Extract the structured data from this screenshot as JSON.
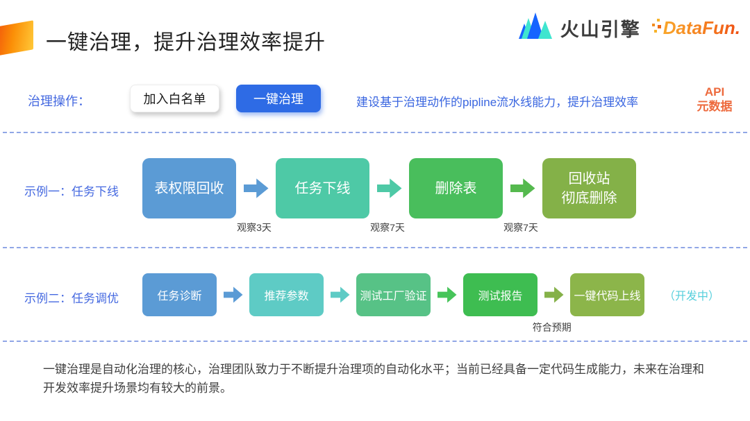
{
  "header": {
    "title": "一键治理，提升治理效率提升",
    "volcano_logo_text": "火山引擎",
    "datafun_logo_text": "DataFun."
  },
  "operations_row": {
    "label": "治理操作：",
    "whitelist_button": "加入白名单",
    "one_click_button": "一键治理",
    "description": "建设基于治理动作的pipline流水线能力，提升治理效率",
    "api_note": "API\n元数据"
  },
  "example1": {
    "label": "示例一：任务下线",
    "steps": [
      {
        "label": "表权限回收",
        "color": "#5b9bd5"
      },
      {
        "label": "任务下线",
        "color": "#4ec9a6"
      },
      {
        "label": "删除表",
        "color": "#49be5c"
      },
      {
        "label": "回收站\n彻底删除",
        "color": "#84b148"
      }
    ],
    "arrows": [
      {
        "caption": "观察3天",
        "color": "#5b9bd5"
      },
      {
        "caption": "观察7天",
        "color": "#4ec9a6"
      },
      {
        "caption": "观察7天",
        "color": "#55b94e"
      }
    ]
  },
  "example2": {
    "label": "示例二：任务调优",
    "steps": [
      {
        "label": "任务诊断",
        "color": "#5b9bd5"
      },
      {
        "label": "推荐参数",
        "color": "#5ecbc5"
      },
      {
        "label": "测试工厂验证",
        "color": "#57c286"
      },
      {
        "label": "测试报告",
        "color": "#3ebd51"
      },
      {
        "label": "一键代码上线",
        "color": "#8cb54a"
      }
    ],
    "arrows": [
      {
        "caption": "",
        "color": "#5b9bd5"
      },
      {
        "caption": "",
        "color": "#5ecbc5"
      },
      {
        "caption": "",
        "color": "#47c45a"
      },
      {
        "caption": "符合预期",
        "color": "#85b149"
      }
    ],
    "dev_note": "（开发中）"
  },
  "footer": {
    "text": "一键治理是自动化治理的核心，治理团队致力于不断提升治理项的自动化水平；当前已经具备一定代码生成能力，未来在治理和开发效率提升场景均有较大的前景。"
  }
}
